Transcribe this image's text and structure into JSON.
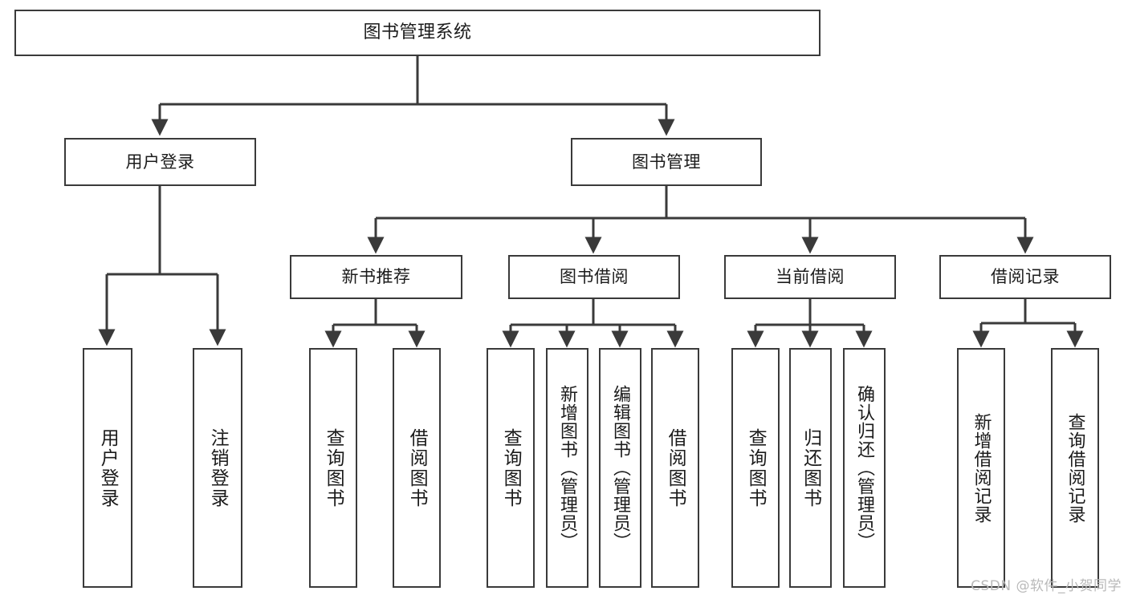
{
  "diagram": {
    "title": "图书管理系统",
    "type": "功能结构图",
    "stroke_color": "#3a3a3a",
    "fill_color": "#ffffff",
    "text_color": "#1b1b1b"
  },
  "root": {
    "label": "图书管理系统"
  },
  "level2": [
    {
      "id": "user-login",
      "label": "用户登录"
    },
    {
      "id": "book-manage",
      "label": "图书管理"
    }
  ],
  "level3": [
    {
      "id": "new-book-recommend",
      "label": "新书推荐"
    },
    {
      "id": "book-borrow",
      "label": "图书借阅"
    },
    {
      "id": "current-borrow",
      "label": "当前借阅"
    },
    {
      "id": "borrow-record",
      "label": "借阅记录"
    }
  ],
  "leaves": {
    "user_login": [
      {
        "id": "leaf-user-login",
        "label": "用户登录"
      },
      {
        "id": "leaf-logout",
        "label": "注销登录"
      }
    ],
    "new_book_recommend": [
      {
        "id": "leaf-query-book-1",
        "label": "查询图书"
      },
      {
        "id": "leaf-borrow-book-1",
        "label": "借阅图书"
      }
    ],
    "book_borrow": [
      {
        "id": "leaf-query-book-2",
        "label": "查询图书"
      },
      {
        "id": "leaf-add-book",
        "label": "新增图书（管理员）"
      },
      {
        "id": "leaf-edit-book",
        "label": "编辑图书（管理员）"
      },
      {
        "id": "leaf-borrow-book-2",
        "label": "借阅图书"
      }
    ],
    "current_borrow": [
      {
        "id": "leaf-query-book-3",
        "label": "查询图书"
      },
      {
        "id": "leaf-return-book",
        "label": "归还图书"
      },
      {
        "id": "leaf-confirm-return",
        "label": "确认归还（管理员）"
      }
    ],
    "borrow_record": [
      {
        "id": "leaf-add-record",
        "label": "新增借阅记录"
      },
      {
        "id": "leaf-query-record",
        "label": "查询借阅记录"
      }
    ]
  },
  "watermark": {
    "text": "CSDN @软件_小贺同学"
  }
}
